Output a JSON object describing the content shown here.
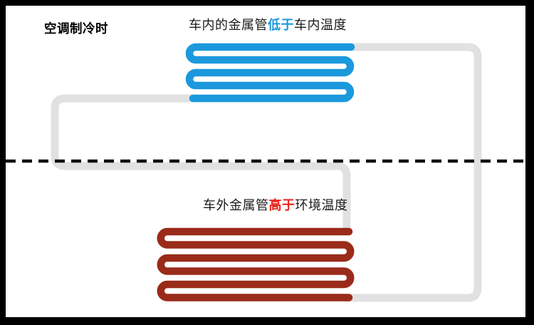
{
  "title": "空调制冷时",
  "indoor_label": {
    "prefix": "车内的金属管",
    "highlight": "低于",
    "suffix": "车内温度"
  },
  "outdoor_label": {
    "prefix": "车外金属管",
    "highlight": "高于",
    "suffix": "环境温度"
  },
  "colors": {
    "background": "#ffffff",
    "frame": "#000000",
    "indoor_coil": "#1b99dc",
    "outdoor_coil": "#9a2b1a",
    "indoor_highlight": "#1b99dc",
    "outdoor_highlight": "#e8241c",
    "connecting_pipe": "#e1e1e1",
    "divider_line": "#111111",
    "text": "#1a1a1a"
  }
}
